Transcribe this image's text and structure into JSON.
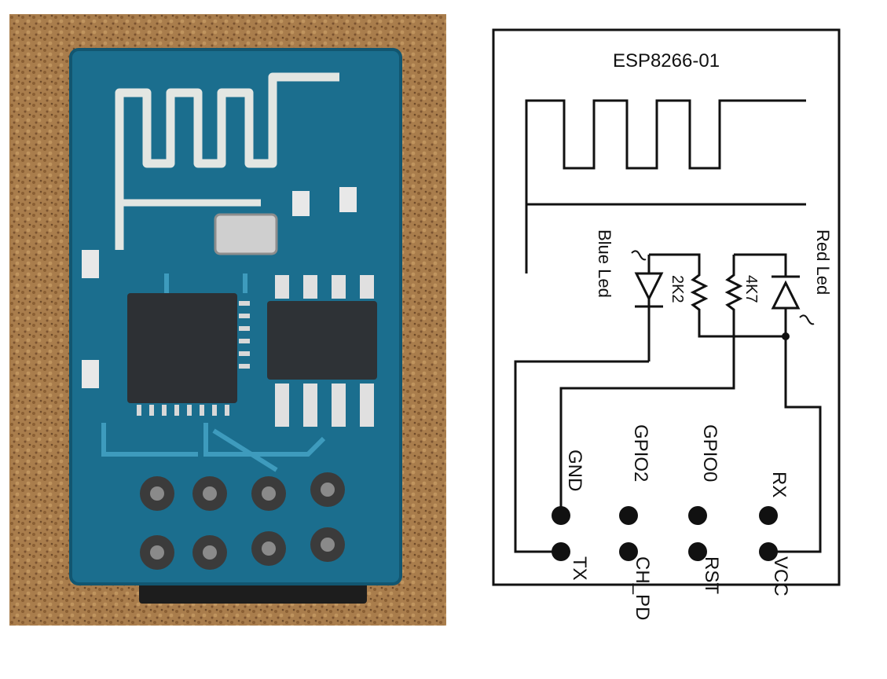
{
  "photo": {
    "subject": "esp8266-01-module-photo",
    "colors": {
      "cork": "#a57a4a",
      "pcb": "#1c6e8c",
      "trace": "#dfe3df",
      "chip": "#2c2f33",
      "pin": "#3a3a3a"
    }
  },
  "schematic": {
    "title": "ESP8266-01",
    "leds": {
      "blue": {
        "label": "Blue Led"
      },
      "red": {
        "label": "Red Led"
      }
    },
    "resistors": {
      "r1": {
        "value": "2K2"
      },
      "r2": {
        "value": "4K7"
      }
    },
    "pins": {
      "top_row": [
        "GND",
        "GPIO2",
        "GPIO0",
        "RX"
      ],
      "bottom_row": [
        "TX",
        "CH_PD",
        "RST",
        "VCC"
      ]
    },
    "colors": {
      "line": "#111111",
      "background": "#ffffff"
    }
  }
}
